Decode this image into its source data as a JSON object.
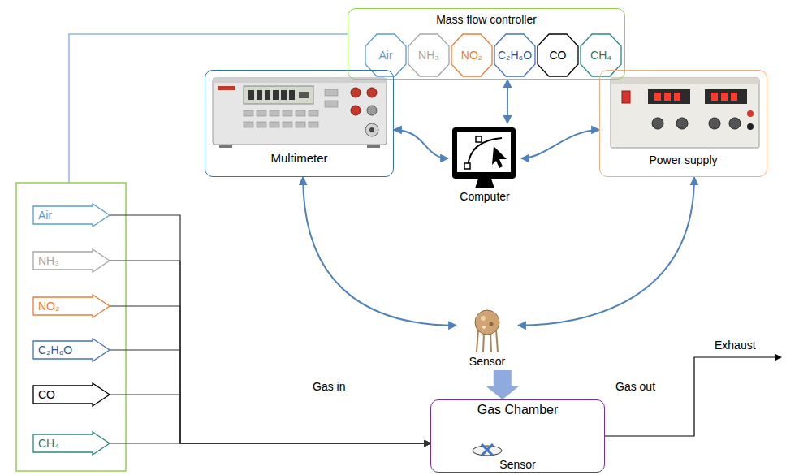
{
  "diagram": {
    "nodes": [
      {
        "text": [
          "Mass flow controller"
        ]
      },
      {
        "text": [
          "Air"
        ],
        "in": 0
      },
      {
        "text": [
          "NH₃"
        ],
        "in": 0
      },
      {
        "text": [
          "NO₂"
        ],
        "in": 0
      },
      {
        "text": [
          "C₂H₆O"
        ],
        "in": 0
      },
      {
        "text": [
          "CO"
        ],
        "in": 0
      },
      {
        "text": [
          "CH₄"
        ],
        "in": 0
      },
      {
        "text": [
          "Multimeter"
        ]
      },
      {
        "text": [
          "Computer"
        ]
      },
      {
        "text": [
          "Power supply"
        ]
      },
      {
        "text": [
          "Air"
        ]
      },
      {
        "text": [
          "NH₃"
        ]
      },
      {
        "text": [
          "NO₂"
        ]
      },
      {
        "text": [
          "C₂H₆O"
        ]
      },
      {
        "text": [
          "CO"
        ]
      },
      {
        "text": [
          "CH₄"
        ]
      },
      {
        "text": [
          "Sensor"
        ]
      },
      {
        "text": [
          "Gas Chamber",
          "Sensor"
        ]
      }
    ],
    "edges": [
      {
        "from": 0,
        "to": 8,
        "arrow": "both"
      },
      {
        "from": 7,
        "to": 8,
        "arrow": "both"
      },
      {
        "from": 9,
        "to": 8,
        "arrow": "both"
      },
      {
        "from": 7,
        "to": 16,
        "arrow": "both"
      },
      {
        "from": 9,
        "to": 16,
        "arrow": "both"
      },
      {
        "from": 16,
        "to": 17,
        "arrow": "to"
      },
      {
        "from": 10,
        "to": 17,
        "arrow": "to"
      },
      {
        "from": 11,
        "to": 17,
        "arrow": "to"
      },
      {
        "from": 12,
        "to": 17,
        "arrow": "to"
      },
      {
        "from": 13,
        "to": 17,
        "arrow": "to"
      },
      {
        "from": 14,
        "to": 17,
        "arrow": "to"
      },
      {
        "from": 15,
        "to": 17,
        "arrow": "to"
      }
    ],
    "labels": [
      "Gas in",
      "Gas out",
      "Exhaust"
    ]
  }
}
